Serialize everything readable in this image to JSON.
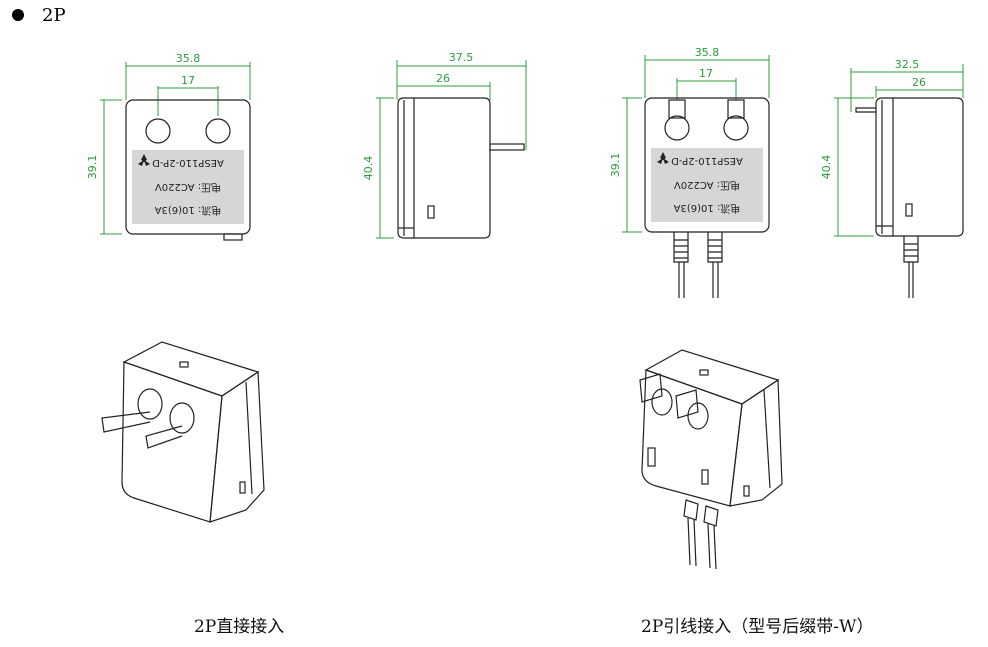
{
  "header": {
    "title": "2P"
  },
  "dims": {
    "front_width": "35.8",
    "pin_spacing": "17",
    "front_height": "39.1",
    "side_depth_total": "37.5",
    "side_depth_body": "26",
    "side_height": "40.4",
    "lead_front_width": "35.8",
    "lead_pin_spacing": "17",
    "lead_front_height": "39.1",
    "lead_side_total": "32.5",
    "lead_side_body": "26",
    "lead_side_height": "40.4"
  },
  "label": {
    "current": "电流: 10(6)3A",
    "voltage": "电压: AC220V",
    "model": "AESP110-2P-D"
  },
  "captions": {
    "direct": "2P直接接入",
    "lead": "2P引线接入（型号后缀带-W）"
  }
}
